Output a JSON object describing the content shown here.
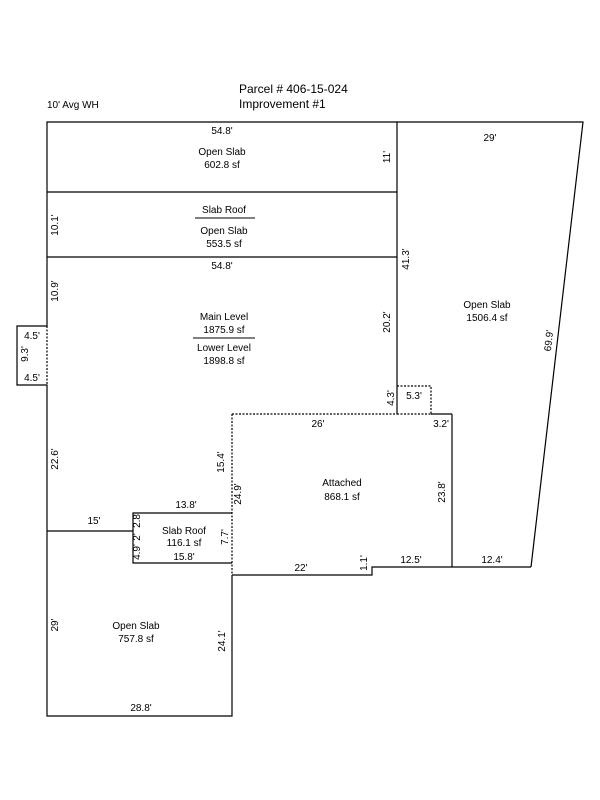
{
  "header": {
    "parcel": "Parcel # 406-15-024",
    "improvement": "Improvement #1",
    "wall_height": "10' Avg WH"
  },
  "areas": {
    "open_slab_top": {
      "name": "Open Slab",
      "area": "602.8 sf"
    },
    "slab_roof_top": {
      "name": "Slab Roof",
      "sub_name": "Open Slab",
      "area": "553.5 sf"
    },
    "main_level": {
      "name": "Main Level",
      "area": "1875.9 sf",
      "sub_name": "Lower Level",
      "sub_area": "1898.8 sf"
    },
    "open_slab_right": {
      "name": "Open Slab",
      "area": "1506.4 sf"
    },
    "attached": {
      "name": "Attached",
      "area": "868.1 sf"
    },
    "slab_roof_small": {
      "name": "Slab Roof",
      "area": "116.1 sf"
    },
    "open_slab_bottom": {
      "name": "Open Slab",
      "area": "757.8 sf"
    }
  },
  "dims": {
    "d_54_8_top": "54.8'",
    "d_11": "11'",
    "d_29_top": "29'",
    "d_10_1": "10.1'",
    "d_54_8_mid": "54.8'",
    "d_41_3": "41.3'",
    "d_10_9": "10.9'",
    "d_20_2": "20.2'",
    "d_4_5_a": "4.5'",
    "d_9_3": "9.3'",
    "d_4_5_b": "4.5'",
    "d_69_9": "69.9'",
    "d_5_3": "5.3'",
    "d_4_3": "4.3'",
    "d_26": "26'",
    "d_3_2": "3.2'",
    "d_22_6": "22.6'",
    "d_15_4": "15.4'",
    "d_13_8": "13.8'",
    "d_24_9": "24.9'",
    "d_23_8": "23.8'",
    "d_15": "15'",
    "d_2_8": "2.8'",
    "d_2": "2'",
    "d_7_7": "7.7'",
    "d_4_9": "4.9'",
    "d_15_8": "15.8'",
    "d_1_1": "1.1'",
    "d_12_5": "12.5'",
    "d_12_4": "12.4'",
    "d_22": "22'",
    "d_29_left": "29'",
    "d_24_1": "24.1'",
    "d_28_8": "28.8'"
  }
}
